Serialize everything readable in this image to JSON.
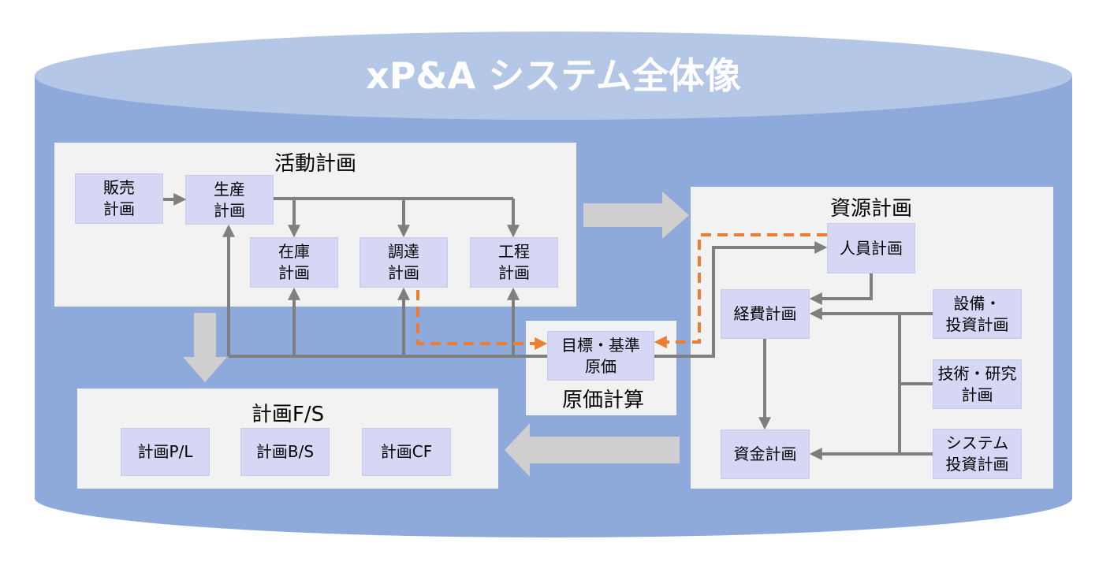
{
  "title": "xP&A システム全体像",
  "colors": {
    "cylinder_body": "#8eaadb",
    "cylinder_top": "#b4c7e7",
    "panel": "#f2f2f2",
    "node": "#d6d7f5",
    "connector": "#7f7f7f",
    "dashed_connector": "#ed7d31",
    "flow_arrow": "#d0cece"
  },
  "activity_plan": {
    "title": "活動計画",
    "nodes": {
      "sales": "販売\n計画",
      "production": "生産\n計画",
      "inventory": "在庫\n計画",
      "procurement": "調達\n計画",
      "process": "工程\n計画"
    }
  },
  "resource_plan": {
    "title": "資源計画",
    "nodes": {
      "personnel": "人員計画",
      "expense": "経費計画",
      "equipment": "設備・\n投資計画",
      "technology": "技術・研究\n計画",
      "system": "システム\n投資計画",
      "funding": "資金計画"
    }
  },
  "cost_calc": {
    "title": "原価計算",
    "node": "目標・基準\n原価"
  },
  "plan_fs": {
    "title": "計画F/S",
    "nodes": {
      "pl": "計画P/L",
      "bs": "計画B/S",
      "cf": "計画CF"
    }
  }
}
